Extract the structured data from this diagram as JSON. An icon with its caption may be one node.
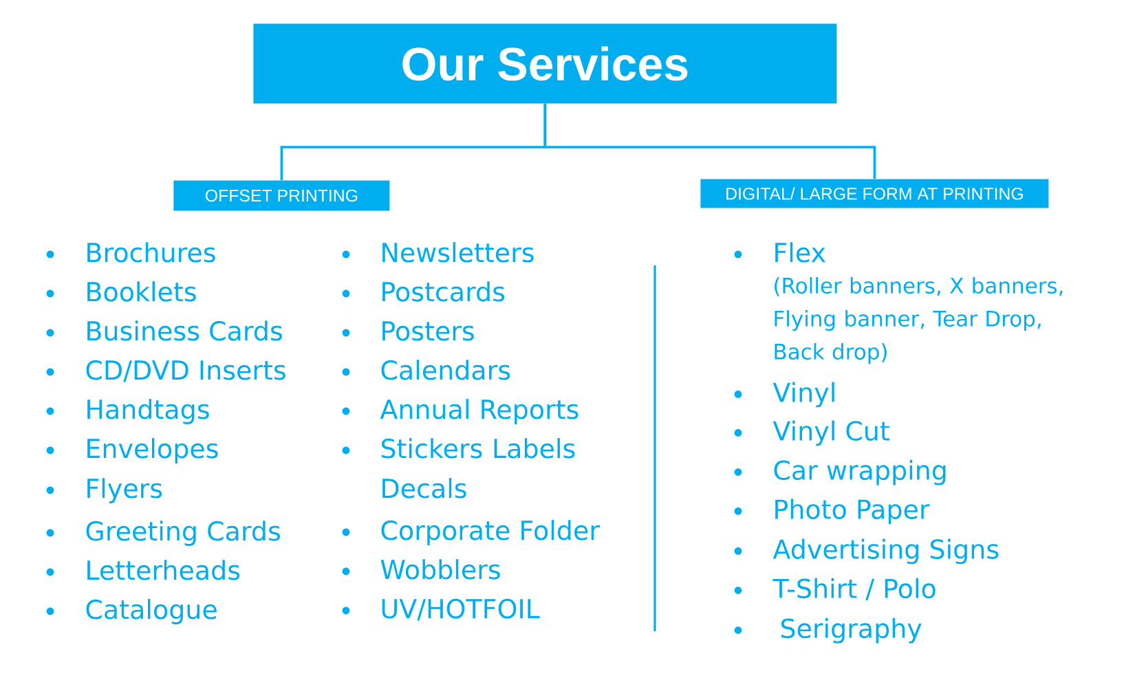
{
  "diagram": {
    "nodes": [
      {
        "text": [
          "Our Services"
        ]
      },
      {
        "text": [
          "OFFSET PRINTING"
        ]
      },
      {
        "text": [
          "DIGITAL/ LARGE FORM AT PRINTING"
        ]
      }
    ],
    "edges": [
      {
        "from": 0,
        "to": 1,
        "arrow": "none"
      },
      {
        "from": 0,
        "to": 2,
        "arrow": "none"
      }
    ],
    "labels": [
      "Brochures",
      "Booklets",
      "Business Cards",
      "CD/DVD Inserts",
      "Handtags",
      "Envelopes",
      "Flyers",
      "Greeting Cards",
      "Letterheads",
      "Catalogue",
      "Newsletters",
      "Postcards",
      "Posters",
      "Calendars",
      "Annual Reports",
      "Stickers Labels Decals",
      "Corporate Folder",
      "Wobblers",
      "UV/HOTFOIL",
      "Flex",
      "(Roller banners, X banners, Flying banner, Tear Drop, Back drop)",
      "Vinyl",
      "Vinyl Cut",
      "Car wrapping",
      "Photo Paper",
      "Advertising Signs",
      "T-Shirt / Polo",
      "Serigraphy"
    ]
  }
}
